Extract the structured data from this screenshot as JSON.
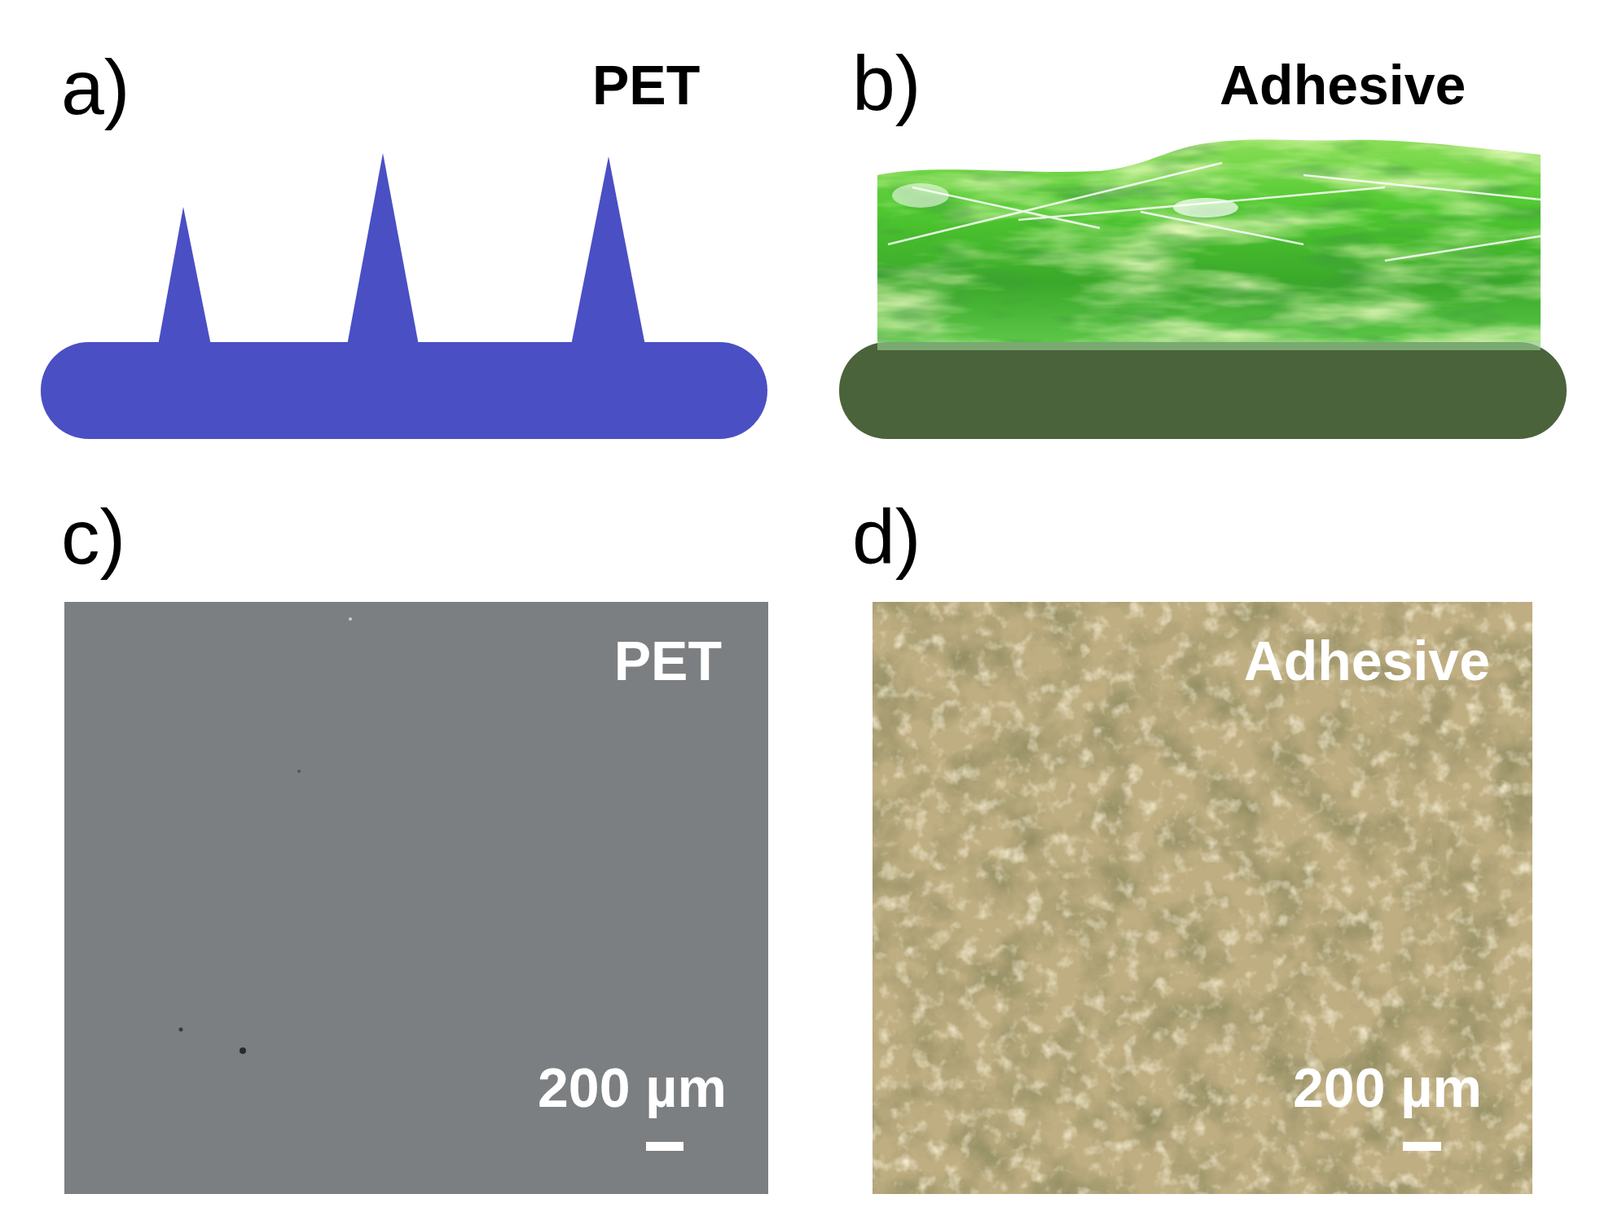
{
  "diagram": {
    "nodes": [
      {
        "text": [
          "PET",
          "200 µm"
        ]
      },
      {
        "text": [
          "Adhesive",
          "200 µm"
        ]
      }
    ],
    "labels": [
      "a)",
      "PET",
      "b)",
      "Adhesive",
      "c)",
      "d)"
    ]
  }
}
